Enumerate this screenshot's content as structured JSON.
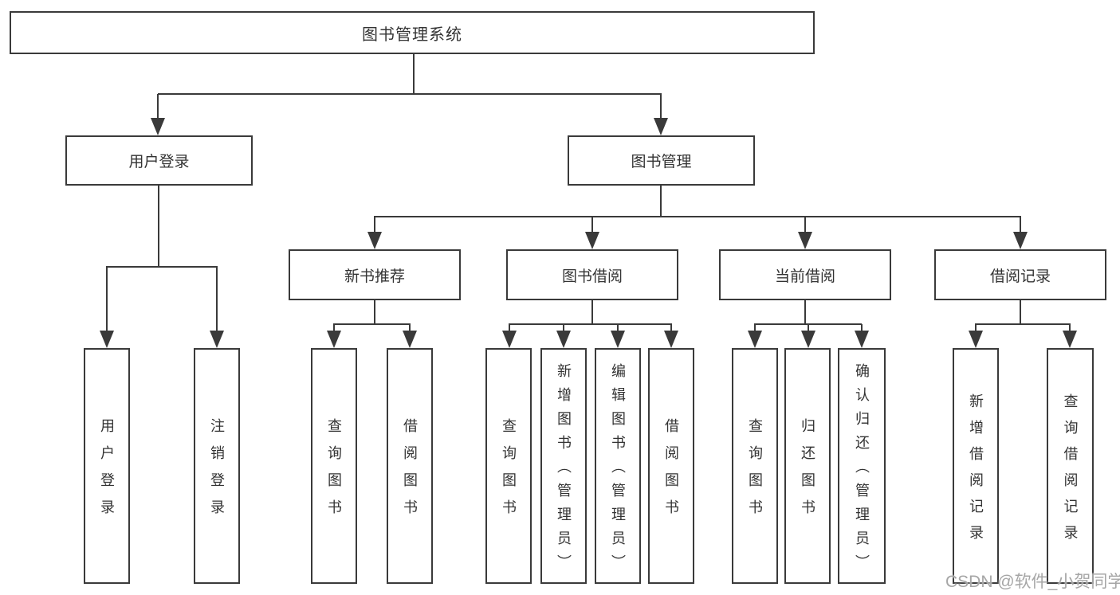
{
  "tree": {
    "root": {
      "label": "图书管理系统"
    },
    "branches": [
      {
        "label": "用户登录",
        "children": [
          {
            "label": "用户登录"
          },
          {
            "label": "注销登录"
          }
        ]
      },
      {
        "label": "图书管理",
        "sections": [
          {
            "label": "新书推荐",
            "children": [
              {
                "label": "查询图书"
              },
              {
                "label": "借阅图书"
              }
            ]
          },
          {
            "label": "图书借阅",
            "children": [
              {
                "label": "查询图书"
              },
              {
                "label": "新增图书（管理员）"
              },
              {
                "label": "编辑图书（管理员）"
              },
              {
                "label": "借阅图书"
              }
            ]
          },
          {
            "label": "当前借阅",
            "children": [
              {
                "label": "查询图书"
              },
              {
                "label": "归还图书"
              },
              {
                "label": "确认归还（管理员）"
              }
            ]
          },
          {
            "label": "借阅记录",
            "children": [
              {
                "label": "新增借阅记录"
              },
              {
                "label": "查询借阅记录"
              }
            ]
          }
        ]
      }
    ]
  },
  "watermark": {
    "text": "CSDN @软件_小贺同学"
  },
  "colors": {
    "line": "#3a3a3a",
    "text": "#333333",
    "box_background": "#ffffff",
    "page_background": "#ffffff",
    "watermark": "#a6a6a6"
  }
}
